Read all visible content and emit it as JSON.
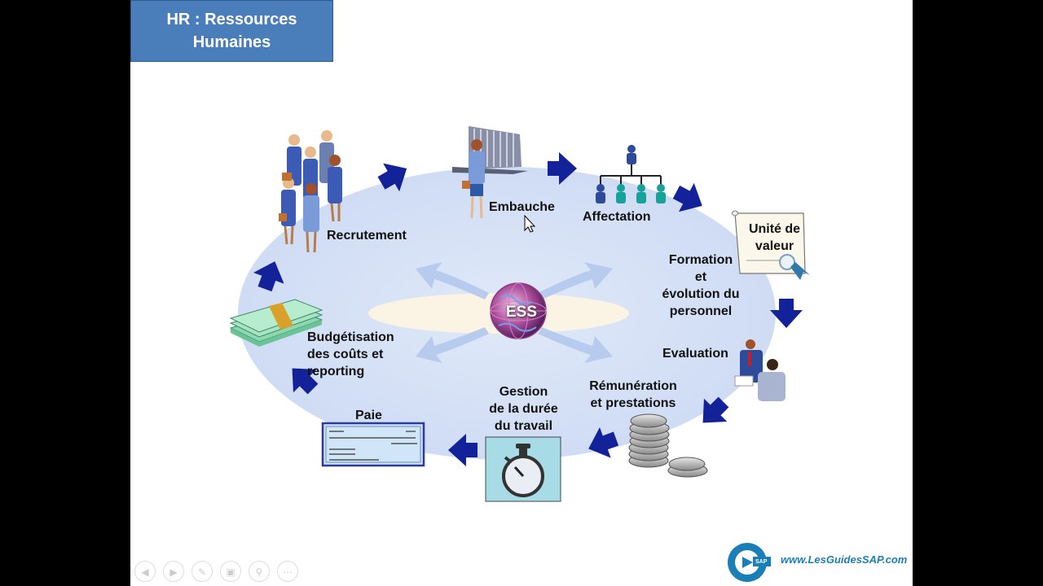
{
  "title": "HR : Ressources Humaines",
  "title_line1": "HR : Ressources",
  "title_line2": "Humaines",
  "center": "ESS",
  "nodes": {
    "recrutement": "Recrutement",
    "embauche": "Embauche",
    "affectation": "Affectation",
    "unite_valeur_1": "Unité de",
    "unite_valeur_2": "valeur",
    "formation_1": "Formation",
    "formation_2": "et",
    "formation_3": "évolution du",
    "formation_4": "personnel",
    "evaluation": "Evaluation",
    "remuneration_1": "Rémunération",
    "remuneration_2": "et prestations",
    "gestion_1": "Gestion",
    "gestion_2": "de la durée",
    "gestion_3": "du travail",
    "paie": "Paie",
    "budget_1": "Budgétisation",
    "budget_2": "des coûts et",
    "budget_3": "reporting"
  },
  "website": "www.LesGuidesSAP.com",
  "logo_badge": "SAP",
  "nav_icons": [
    "prev-icon",
    "next-icon",
    "pen-icon",
    "slides-icon",
    "zoom-icon",
    "more-icon"
  ],
  "colors": {
    "ellipse": "#d6e2f7",
    "arrow": "#14229a",
    "title_bg": "#4a7ebb",
    "site": "#1a7fb6"
  }
}
